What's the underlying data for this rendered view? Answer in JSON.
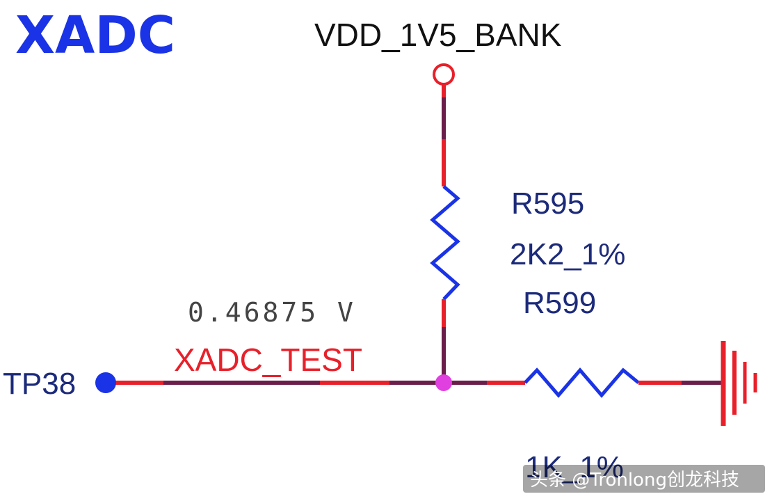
{
  "title": "XADC",
  "power_net": "VDD_1V5_BANK",
  "resistor_top": {
    "designator": "R595",
    "value": "2K2_1%"
  },
  "resistor_bottom": {
    "designator": "R599",
    "value": "1K_1%"
  },
  "probe_voltage": "0.46875 V",
  "signal_net": "XADC_TEST",
  "test_point": "TP38",
  "watermark": "头条 @Tronlong创龙科技",
  "colors": {
    "title": "#1a33e6",
    "wire": "#e8202a",
    "wire_dark": "#6b1e4a",
    "resistor": "#1a33e6",
    "junction": "#e040e0",
    "test_point": "#1a33e6",
    "label_blue": "#1c2a7a",
    "label_red": "#e8202a"
  }
}
